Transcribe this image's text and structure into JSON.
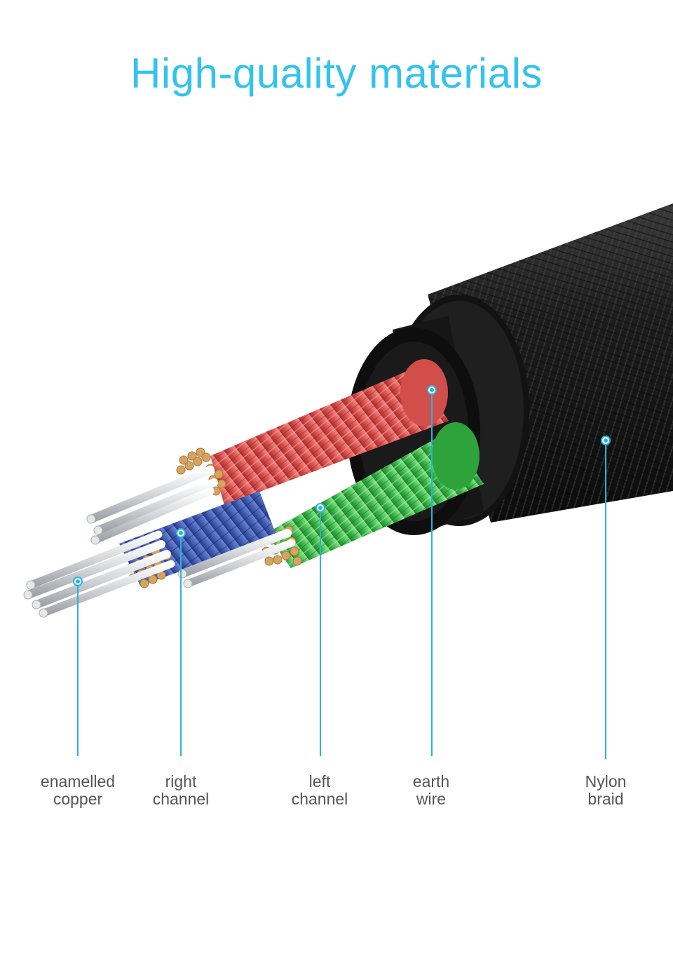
{
  "title": "High-quality materials",
  "colors": {
    "accent": "#33c3ee",
    "label_text": "#555555",
    "red_conductor": "#e0605e",
    "green_conductor": "#49c65a",
    "blue_conductor": "#3550a8",
    "silver_conductor": "#d9dcdf",
    "copper_ends": "#d4a662",
    "braid": "#1b1b1b"
  },
  "callouts": [
    {
      "line1": "enamelled",
      "line2": "copper",
      "icon": "dot-marker"
    },
    {
      "line1": "right",
      "line2": "channel",
      "icon": "dot-marker"
    },
    {
      "line1": "left",
      "line2": "channel",
      "icon": "dot-marker"
    },
    {
      "line1": "earth",
      "line2": "wire",
      "icon": "dot-marker"
    },
    {
      "line1": "Nylon",
      "line2": "braid",
      "icon": "dot-marker"
    }
  ]
}
